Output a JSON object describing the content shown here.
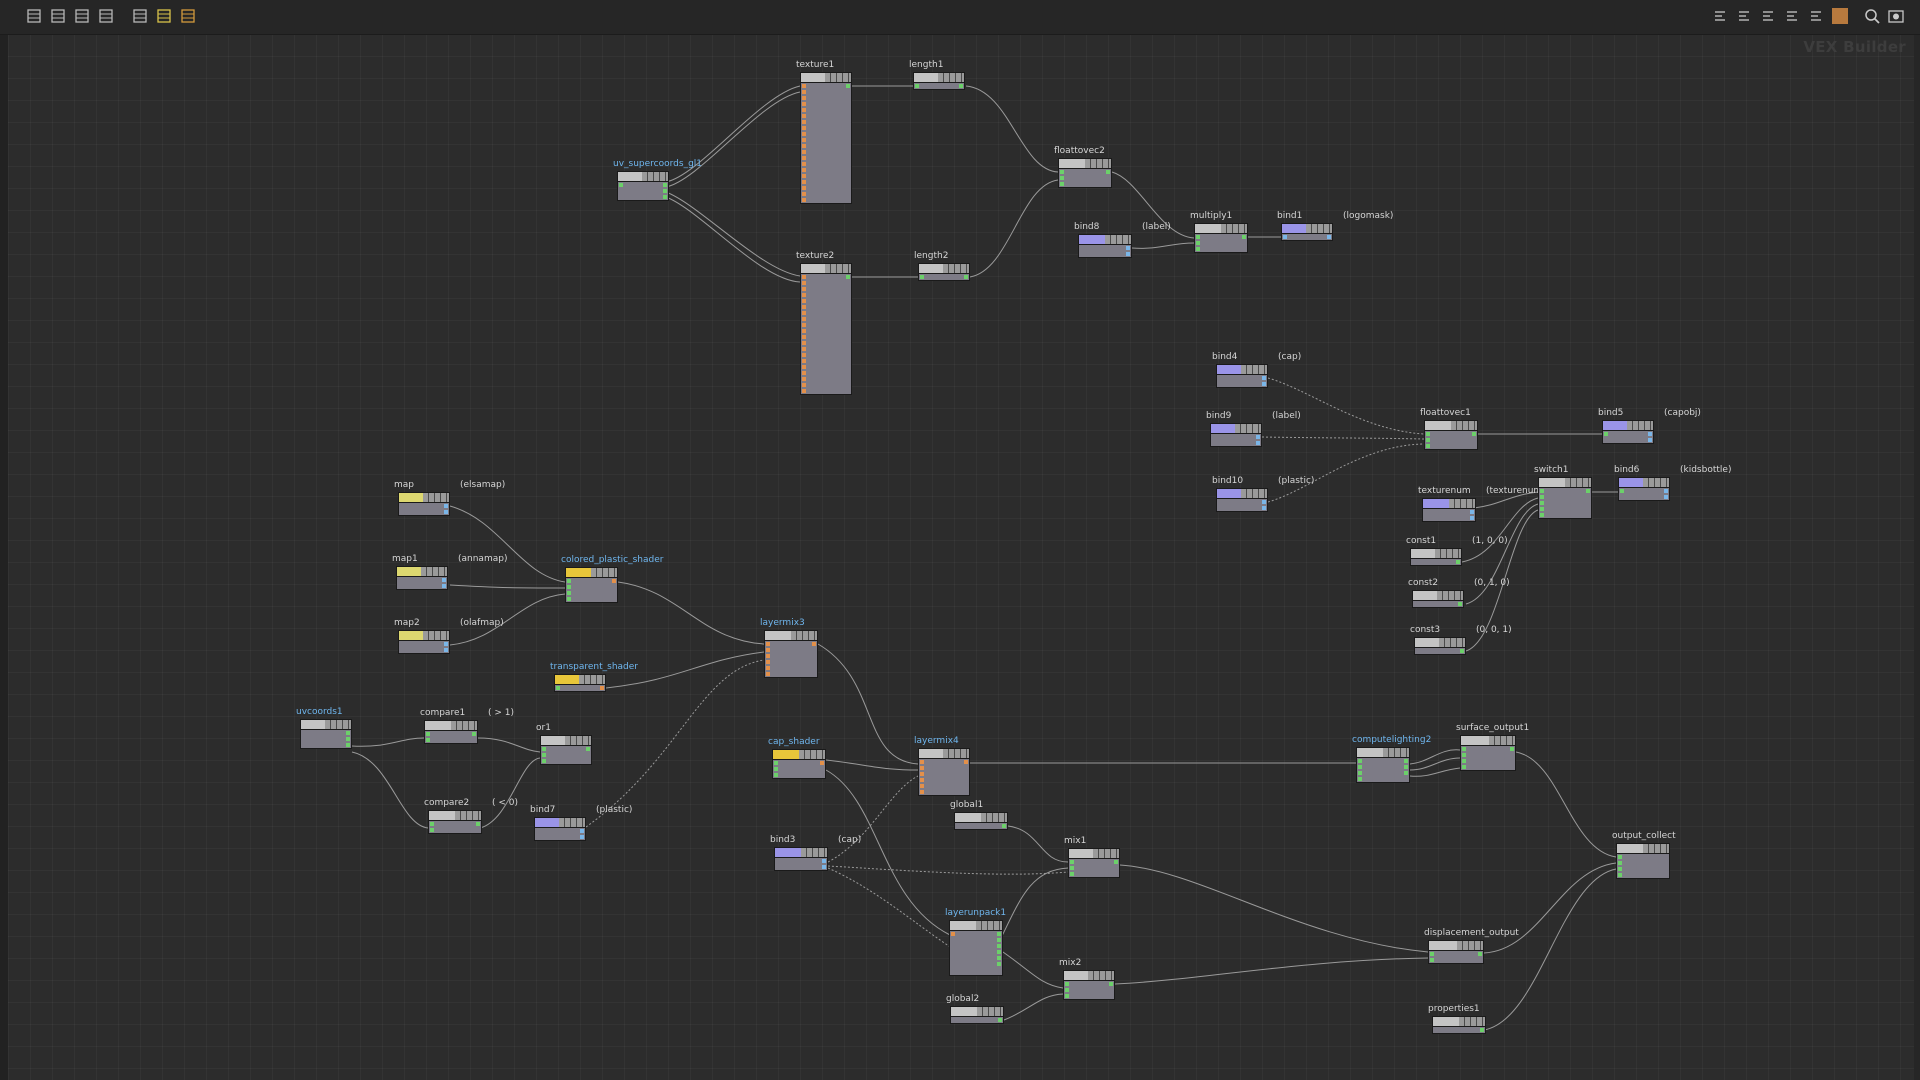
{
  "context_title": "VEX Builder",
  "toolbar_left": [
    {
      "name": "tree-view-icon",
      "color": "#b8b8b8"
    },
    {
      "name": "list-view-icon",
      "color": "#b8b8b8"
    },
    {
      "name": "parameters-view-icon",
      "color": "#b8b8b8"
    },
    {
      "name": "grid-view-icon",
      "color": "#b8b8b8"
    },
    {
      "name": "network-box-icon",
      "color": "#b8b8b8"
    },
    {
      "name": "sticky-note-icon",
      "color": "#d8c24a"
    },
    {
      "name": "palette-icon",
      "color": "#d49a3c"
    }
  ],
  "toolbar_right": [
    {
      "name": "layout-vertical-icon"
    },
    {
      "name": "layout-horizontal-icon"
    },
    {
      "name": "align-icon"
    },
    {
      "name": "distribute-icon"
    },
    {
      "name": "snap-grid-icon"
    },
    {
      "name": "display-options-icon"
    },
    {
      "name": "zoom-icon"
    },
    {
      "name": "snapshot-icon"
    }
  ],
  "colors": {
    "node_gray": "#c4c4c4",
    "node_yellow": "#e8c63a",
    "node_lilac": "#9a94e8",
    "node_yellowpale": "#ddd870",
    "node_body": "#7d7b86",
    "wire": "#9a9a9a",
    "label_blue": "#6fb6ee",
    "port_green": "#6cd06a",
    "port_blue": "#7ab6e8",
    "port_orange": "#e3904a",
    "port_white": "#e6e6e6"
  },
  "nodes": [
    {
      "id": "texture1",
      "label": "texture1",
      "color": "gray",
      "pins_in": 20,
      "pins_out": 1,
      "in_color": "orange"
    },
    {
      "id": "length1",
      "label": "length1",
      "color": "gray",
      "pins_in": 1,
      "pins_out": 1
    },
    {
      "id": "uv_supercoords_gl1",
      "label": "uv_supercoords_gl1",
      "color": "gray",
      "pins_in": 1,
      "pins_out": 3,
      "blue": true
    },
    {
      "id": "floattovec2",
      "label": "floattovec2",
      "color": "gray",
      "pins_in": 3,
      "pins_out": 1
    },
    {
      "id": "bind8",
      "label": "bind8",
      "bind": "(label)",
      "color": "lilac",
      "pins_in": 0,
      "pins_out": 2,
      "out_color": "blue"
    },
    {
      "id": "multiply1",
      "label": "multiply1",
      "color": "gray",
      "pins_in": 3,
      "pins_out": 1
    },
    {
      "id": "bind1",
      "label": "bind1",
      "bind": "(logomask)",
      "color": "lilac",
      "pins_in": 1,
      "pins_out": 1,
      "in_color": "blue",
      "out_color": "blue"
    },
    {
      "id": "texture2",
      "label": "texture2",
      "color": "gray",
      "pins_in": 20,
      "pins_out": 1,
      "in_color": "orange"
    },
    {
      "id": "length2",
      "label": "length2",
      "color": "gray",
      "pins_in": 1,
      "pins_out": 1
    },
    {
      "id": "bind4",
      "label": "bind4",
      "bind": "(cap)",
      "color": "lilac",
      "pins_in": 0,
      "pins_out": 2,
      "out_color": "blue"
    },
    {
      "id": "bind9",
      "label": "bind9",
      "bind": "(label)",
      "color": "lilac",
      "pins_in": 0,
      "pins_out": 2,
      "out_color": "blue"
    },
    {
      "id": "bind10",
      "label": "bind10",
      "bind": "(plastic)",
      "color": "lilac",
      "pins_in": 0,
      "pins_out": 2,
      "out_color": "blue"
    },
    {
      "id": "floattovec1",
      "label": "floattovec1",
      "color": "gray",
      "pins_in": 3,
      "pins_out": 1
    },
    {
      "id": "bind5",
      "label": "bind5",
      "bind": "(capobj)",
      "color": "lilac",
      "pins_in": 1,
      "pins_out": 2,
      "out_color": "blue"
    },
    {
      "id": "texturenum",
      "label": "texturenum",
      "bind": "(texturenum)",
      "color": "lilac",
      "pins_in": 0,
      "pins_out": 2,
      "out_color": "blue"
    },
    {
      "id": "switch1",
      "label": "switch1",
      "color": "gray",
      "pins_in": 5,
      "pins_out": 1
    },
    {
      "id": "bind6",
      "label": "bind6",
      "bind": "(kidsbottle)",
      "color": "lilac",
      "pins_in": 1,
      "pins_out": 2,
      "out_color": "blue"
    },
    {
      "id": "const1",
      "label": "const1",
      "bind": "(1, 0, 0)",
      "color": "gray",
      "pins_in": 0,
      "pins_out": 1
    },
    {
      "id": "const2",
      "label": "const2",
      "bind": "(0, 1, 0)",
      "color": "gray",
      "pins_in": 0,
      "pins_out": 1
    },
    {
      "id": "const3",
      "label": "const3",
      "bind": "(0, 0, 1)",
      "color": "gray",
      "pins_in": 0,
      "pins_out": 1
    },
    {
      "id": "map",
      "label": "map",
      "bind": "(elsamap)",
      "color": "yellowpale",
      "pins_in": 0,
      "pins_out": 2,
      "out_color": "blue"
    },
    {
      "id": "map1",
      "label": "map1",
      "bind": "(annamap)",
      "color": "yellowpale",
      "pins_in": 0,
      "pins_out": 2,
      "out_color": "blue"
    },
    {
      "id": "map2",
      "label": "map2",
      "bind": "(olafmap)",
      "color": "yellowpale",
      "pins_in": 0,
      "pins_out": 2,
      "out_color": "blue"
    },
    {
      "id": "colored_plastic_shader",
      "label": "colored_plastic_shader",
      "color": "yellow",
      "pins_in": 4,
      "pins_out": 1,
      "blue": true,
      "out_color": "orange"
    },
    {
      "id": "transparent_shader",
      "label": "transparent_shader",
      "color": "yellow",
      "pins_in": 1,
      "pins_out": 1,
      "blue": true,
      "out_color": "orange"
    },
    {
      "id": "layermix3",
      "label": "layermix3",
      "color": "gray",
      "pins_in": 6,
      "pins_out": 1,
      "blue": true,
      "in_color": "orange",
      "out_color": "orange"
    },
    {
      "id": "uvcoords1",
      "label": "uvcoords1",
      "color": "gray",
      "pins_in": 0,
      "pins_out": 3,
      "blue": true
    },
    {
      "id": "compare1",
      "label": "compare1",
      "bind": "( > 1)",
      "color": "gray",
      "pins_in": 2,
      "pins_out": 1
    },
    {
      "id": "compare2",
      "label": "compare2",
      "bind": "( < 0)",
      "color": "gray",
      "pins_in": 2,
      "pins_out": 1
    },
    {
      "id": "or1",
      "label": "or1",
      "color": "gray",
      "pins_in": 3,
      "pins_out": 1
    },
    {
      "id": "bind7",
      "label": "bind7",
      "bind": "(plastic)",
      "color": "lilac",
      "pins_in": 0,
      "pins_out": 2,
      "out_color": "blue"
    },
    {
      "id": "cap_shader",
      "label": "cap_shader",
      "color": "yellow",
      "pins_in": 3,
      "pins_out": 1,
      "blue": true,
      "out_color": "orange"
    },
    {
      "id": "layermix4",
      "label": "layermix4",
      "color": "gray",
      "pins_in": 6,
      "pins_out": 1,
      "blue": true,
      "in_color": "orange",
      "out_color": "orange"
    },
    {
      "id": "computelighting2",
      "label": "computelighting2",
      "color": "gray",
      "pins_in": 4,
      "pins_out": 3,
      "blue": true
    },
    {
      "id": "surface_output1",
      "label": "surface_output1",
      "color": "gray",
      "pins_in": 4,
      "pins_out": 1
    },
    {
      "id": "global1",
      "label": "global1",
      "color": "gray",
      "pins_in": 0,
      "pins_out": 1
    },
    {
      "id": "mix1",
      "label": "mix1",
      "color": "gray",
      "pins_in": 3,
      "pins_out": 1
    },
    {
      "id": "bind3",
      "label": "bind3",
      "bind": "(cap)",
      "color": "lilac",
      "pins_in": 0,
      "pins_out": 2,
      "out_color": "blue"
    },
    {
      "id": "layerunpack1",
      "label": "layerunpack1",
      "color": "gray",
      "pins_in": 1,
      "pins_out": 6,
      "blue": true,
      "in_color": "orange",
      "tall": true
    },
    {
      "id": "mix2",
      "label": "mix2",
      "color": "gray",
      "pins_in": 3,
      "pins_out": 1
    },
    {
      "id": "global2",
      "label": "global2",
      "color": "gray",
      "pins_in": 0,
      "pins_out": 1
    },
    {
      "id": "output_collect",
      "label": "output_collect",
      "color": "gray",
      "pins_in": 4,
      "pins_out": 0
    },
    {
      "id": "displacement_output",
      "label": "displacement_output",
      "color": "gray",
      "pins_in": 2,
      "pins_out": 1
    },
    {
      "id": "properties1",
      "label": "properties1",
      "color": "gray",
      "pins_in": 0,
      "pins_out": 1
    }
  ]
}
